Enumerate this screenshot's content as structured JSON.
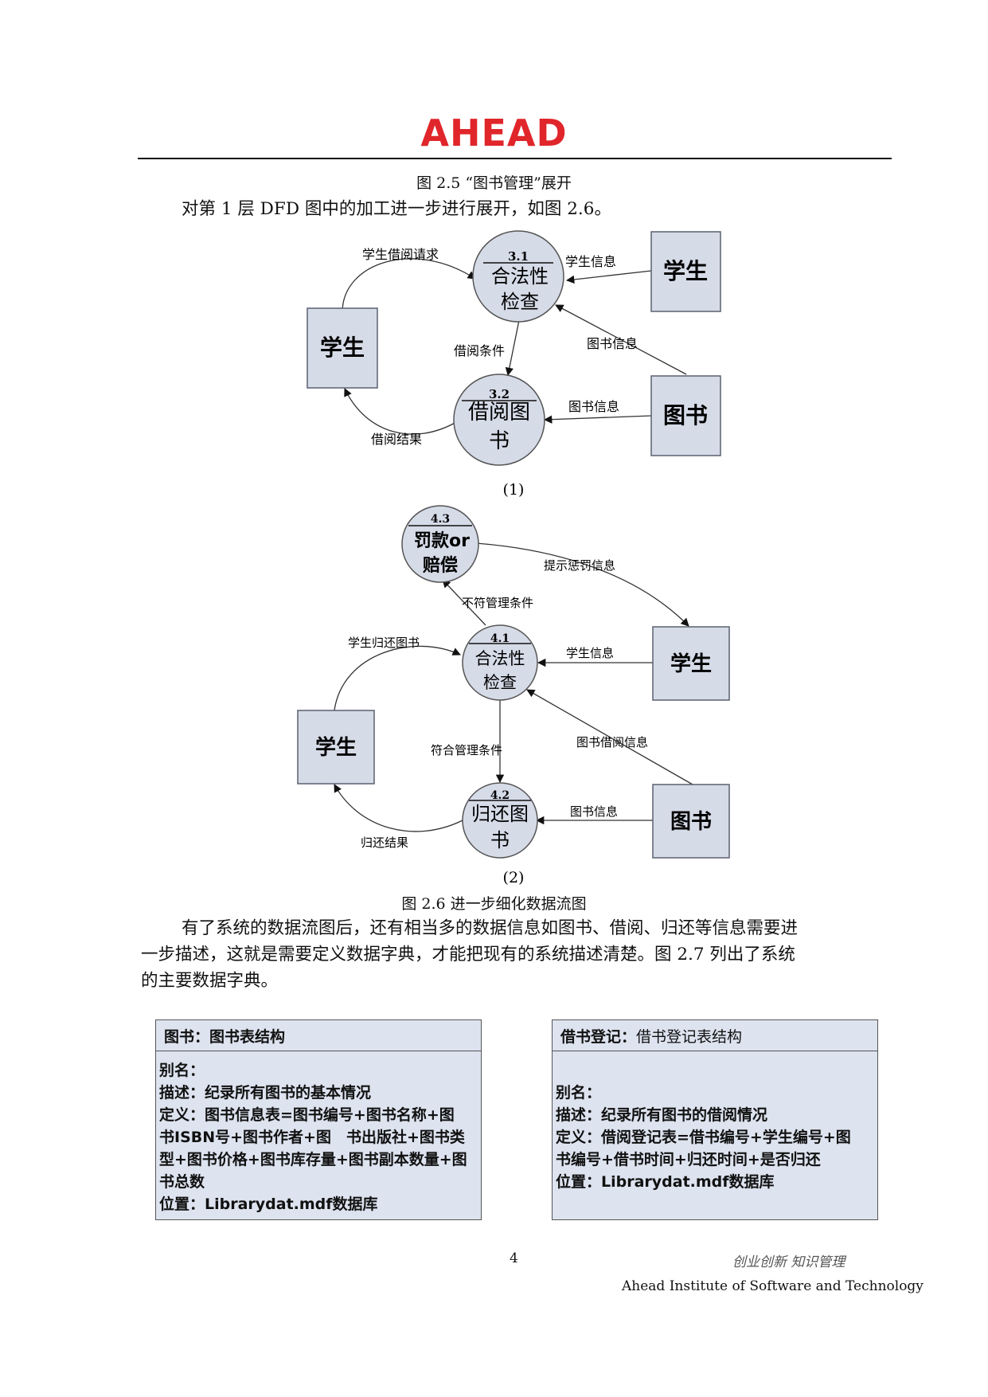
{
  "header": {
    "logo": "AHEAD"
  },
  "caption_2_5": "图 2.5 “图书管理”展开",
  "intro": "对第 1 层 DFD 图中的加工进一步进行展开，如图 2.6。",
  "diagram1": {
    "label": "(1)",
    "proc31_num": "3.1",
    "proc31_name1": "合法性",
    "proc31_name2": "检查",
    "proc32_num": "3.2",
    "proc32_name1": "借阅图",
    "proc32_name2": "书",
    "ent_student_left": "学生",
    "ent_student_right": "学生",
    "ent_book": "图书",
    "flow_request": "学生借阅请求",
    "flow_student_info": "学生信息",
    "flow_book_info_up": "图书信息",
    "flow_condition": "借阅条件",
    "flow_book_info": "图书信息",
    "flow_result": "借阅结果"
  },
  "diagram2": {
    "label": "(2)",
    "proc43_num": "4.3",
    "proc43_name1": "罚款or",
    "proc43_name2": "赔偿",
    "proc41_num": "4.1",
    "proc41_name1": "合法性",
    "proc41_name2": "检查",
    "proc42_num": "4.2",
    "proc42_name1": "归还图",
    "proc42_name2": "书",
    "ent_student_left": "学生",
    "ent_student_right": "学生",
    "ent_book": "图书",
    "flow_penalty": "提示惩罚信息",
    "flow_not_meet": "不符管理条件",
    "flow_return": "学生归还图书",
    "flow_student_info": "学生信息",
    "flow_borrow_info": "图书借阅信息",
    "flow_meet": "符合管理条件",
    "flow_book_info": "图书信息",
    "flow_result": "归还结果"
  },
  "caption_2_6": "图 2.6 进一步细化数据流图",
  "para2_line1": "有了系统的数据流图后，还有相当多的数据信息如图书、借阅、归还等信息需要进",
  "para2_line2": "一步描述，这就是需要定义数据字典，才能把现有的系统描述清楚。图 2.7 列出了系统",
  "para2_line3": "的主要数据字典。",
  "dict_book": {
    "header": "图书：图书表结构",
    "lines": [
      "别名：",
      "描述：纪录所有图书的基本情况",
      "定义：图书信息表=图书编号+图书名称+图",
      "书ISBN号+图书作者+图　书出版社+图书类",
      "型+图书价格+图书库存量+图书副本数量+图",
      "书总数",
      "位置：Librarydat.mdf数据库"
    ]
  },
  "dict_borrow": {
    "header_bold": "借书登记：",
    "header_rest": "借书登记表结构",
    "lines": [
      "别名：",
      "描述：纪录所有图书的借阅情况",
      "定义：借阅登记表=借书编号+学生编号+图",
      "书编号+借书时间+归还时间+是否归还",
      "位置：Librarydat.mdf数据库"
    ]
  },
  "footer": {
    "page": "4",
    "tagline": "创业创新 知识管理",
    "company": "Ahead Institute of Software and Technology"
  }
}
